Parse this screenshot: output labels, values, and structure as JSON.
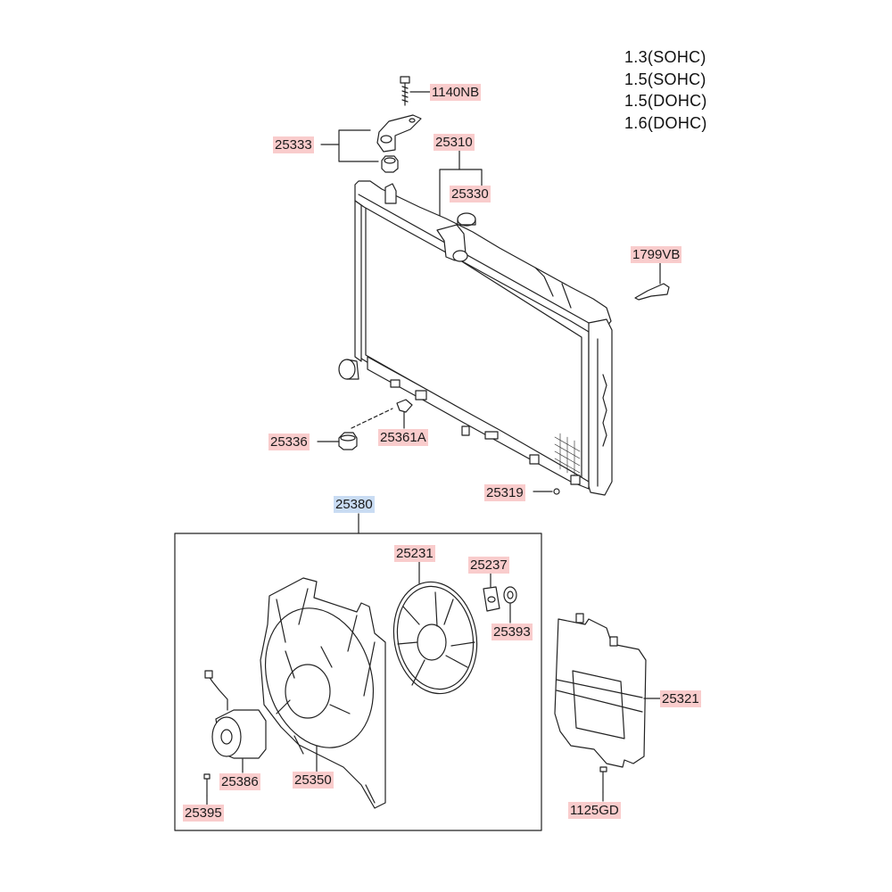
{
  "engines": [
    "1.3(SOHC)",
    "1.5(SOHC)",
    "1.5(DOHC)",
    "1.6(DOHC)"
  ],
  "labels": {
    "p1140NB": "1140NB",
    "p25333": "25333",
    "p25310": "25310",
    "p25330": "25330",
    "p1799VB": "1799VB",
    "p25336": "25336",
    "p25361A": "25361A",
    "p25319": "25319",
    "p25380": "25380",
    "p25231": "25231",
    "p25237": "25237",
    "p25393": "25393",
    "p25321": "25321",
    "p25386": "25386",
    "p25350": "25350",
    "p25395": "25395",
    "p1125GD": "1125GD"
  },
  "colors": {
    "part_label_bg": "#f9cccc",
    "assembly_label_bg": "#c9dcf3",
    "line": "#222222"
  }
}
